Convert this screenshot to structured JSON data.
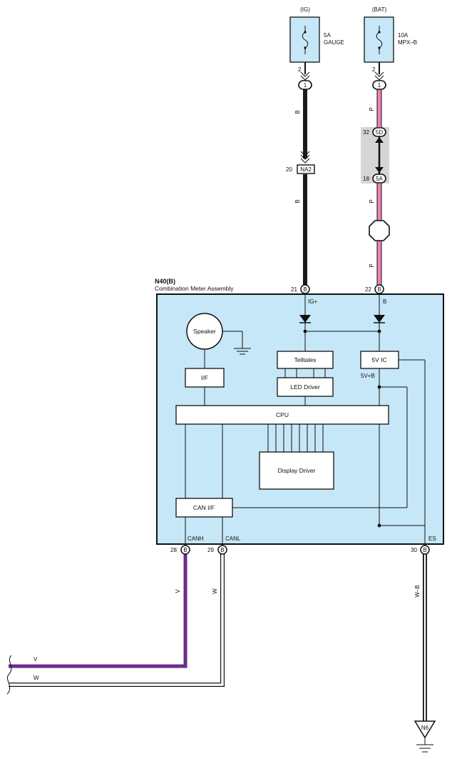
{
  "sources": [
    {
      "name": "(IG)",
      "rating": "5A",
      "fuse": "GAUGE",
      "pin": "2",
      "connector": "1"
    },
    {
      "name": "(BAT)",
      "rating": "10A",
      "fuse": "MPX–B",
      "pin": "2",
      "connector": "1"
    }
  ],
  "wires": {
    "ig_color": "B",
    "bat_color": "P",
    "canh_color": "V",
    "canl_color": "W",
    "gnd_color": "W–B"
  },
  "colors": {
    "black_wire": "#1a1a1a",
    "pink_wire": "#ee82b4",
    "violet_wire": "#6b2c8f",
    "white_wire": "#ffffff",
    "meter_fill": "#c6e7f7",
    "junction_fill": "#d6d6d6"
  },
  "connectors": {
    "na2": {
      "pin": "20",
      "label": "NA2"
    },
    "c5d": {
      "pin": "32",
      "label": "5D"
    },
    "c5a": {
      "pin": "18",
      "label": "5A"
    }
  },
  "meter": {
    "code": "N40(B)",
    "name": "Combination Meter Assembly",
    "blocks": {
      "speaker": "Speaker",
      "if": "I/F",
      "telltales": "Telltales",
      "led_driver": "LED Driver",
      "ic5v": "5V IC",
      "cpu": "CPU",
      "display_driver": "Display Driver",
      "can_if": "CAN I/F"
    },
    "terminals": {
      "ig": {
        "pin": "21",
        "conn": "B",
        "label": "IG+"
      },
      "bat": {
        "pin": "22",
        "conn": "B",
        "label": "B"
      },
      "canh": {
        "pin": "28",
        "conn": "B",
        "label": "CANH"
      },
      "canl": {
        "pin": "29",
        "conn": "B",
        "label": "CANL"
      },
      "es": {
        "pin": "30",
        "conn": "B",
        "label": "ES"
      }
    },
    "v5b_label": "5V+B"
  },
  "ground_point": "N6"
}
